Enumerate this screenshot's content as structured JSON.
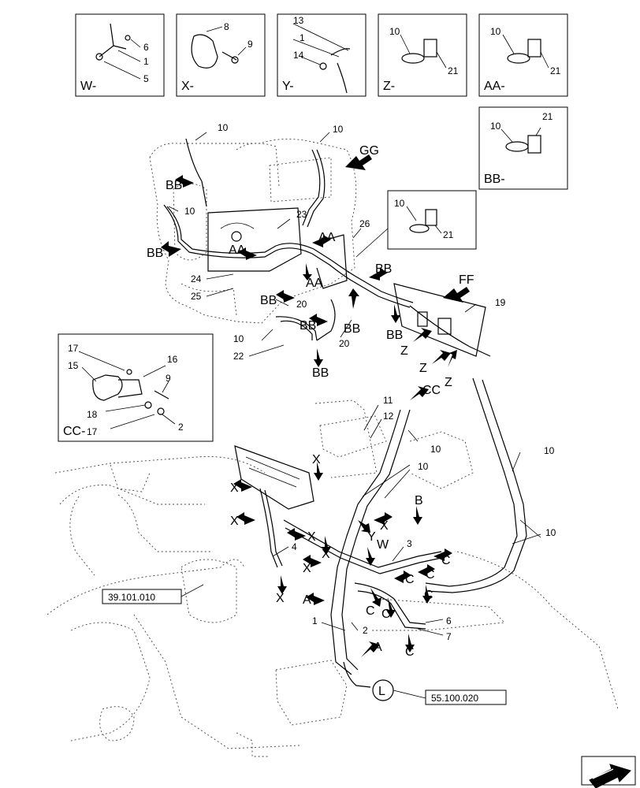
{
  "detail_boxes": [
    {
      "id": "W",
      "title": "W-",
      "callouts": [
        "6",
        "1",
        "5"
      ]
    },
    {
      "id": "X",
      "title": "X-",
      "callouts": [
        "8",
        "9"
      ]
    },
    {
      "id": "Y",
      "title": "Y-",
      "callouts": [
        "13",
        "1",
        "14"
      ]
    },
    {
      "id": "Z",
      "title": "Z-",
      "callouts": [
        "10",
        "21"
      ]
    },
    {
      "id": "AA",
      "title": "AA-",
      "callouts": [
        "10",
        "21"
      ]
    },
    {
      "id": "BB",
      "title": "BB-",
      "callouts": [
        "10",
        "21"
      ]
    },
    {
      "id": "CC",
      "title": "CC-",
      "callouts": [
        "17",
        "16",
        "15",
        "9",
        "18",
        "17",
        "2"
      ]
    }
  ],
  "inset_callouts": [
    "10",
    "21"
  ],
  "engine_callouts": [
    "10",
    "10",
    "10",
    "23",
    "26",
    "24",
    "25",
    "20",
    "20",
    "19",
    "10",
    "22"
  ],
  "lower_callouts": [
    "11",
    "12",
    "10",
    "10",
    "10",
    "10",
    "4",
    "3",
    "1",
    "2",
    "6",
    "7"
  ],
  "view_arrows": {
    "gg": "GG",
    "ff": "FF",
    "bb": "BB",
    "aa": "AA",
    "z": "Z",
    "cc": "CC",
    "x": "X",
    "y": "Y",
    "w": "W",
    "a": "A",
    "b": "B",
    "c": "C"
  },
  "references": {
    "left": "39.101.010",
    "bottom": "55.100.020",
    "circle": "L"
  }
}
